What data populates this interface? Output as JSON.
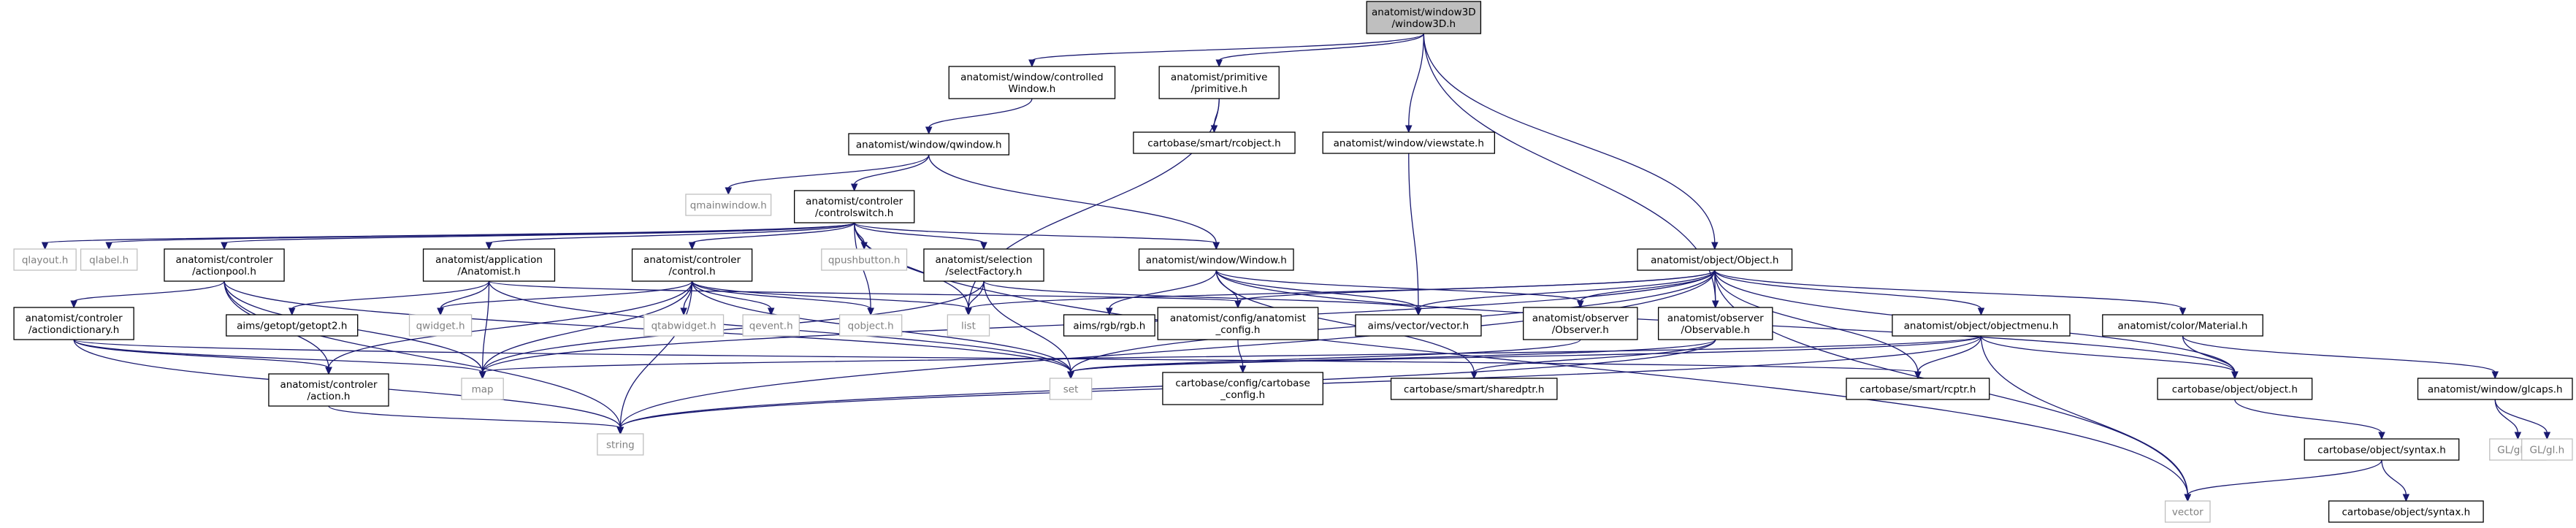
{
  "colors": {
    "edge": "#191970",
    "root_fill": "#bfbfbf",
    "ext_stroke": "#bfbfbf",
    "ext_text": "#808080"
  },
  "nodes": [
    {
      "id": "window3d",
      "lines": [
        "anatomist/window3D",
        "/window3D.h"
      ],
      "kind": "root"
    },
    {
      "id": "controlledwindow",
      "lines": [
        "anatomist/window/controlled",
        "Window.h"
      ]
    },
    {
      "id": "primitive",
      "lines": [
        "anatomist/primitive",
        "/primitive.h"
      ]
    },
    {
      "id": "qwindow",
      "lines": [
        "anatomist/window/qwindow.h"
      ]
    },
    {
      "id": "rcobject",
      "lines": [
        "cartobase/smart/rcobject.h"
      ]
    },
    {
      "id": "viewstate",
      "lines": [
        "anatomist/window/viewstate.h"
      ]
    },
    {
      "id": "qmainwindow",
      "lines": [
        "qmainwindow.h"
      ],
      "kind": "ext"
    },
    {
      "id": "controlswitch",
      "lines": [
        "anatomist/controler",
        "/controlswitch.h"
      ]
    },
    {
      "id": "qlayout",
      "lines": [
        "qlayout.h"
      ],
      "kind": "ext"
    },
    {
      "id": "qlabel",
      "lines": [
        "qlabel.h"
      ],
      "kind": "ext"
    },
    {
      "id": "actionpool",
      "lines": [
        "anatomist/controler",
        "/actionpool.h"
      ]
    },
    {
      "id": "anatomist_app",
      "lines": [
        "anatomist/application",
        "/Anatomist.h"
      ]
    },
    {
      "id": "control",
      "lines": [
        "anatomist/controler",
        "/control.h"
      ]
    },
    {
      "id": "qpushbutton",
      "lines": [
        "qpushbutton.h"
      ],
      "kind": "ext"
    },
    {
      "id": "selectfactory",
      "lines": [
        "anatomist/selection",
        "/selectFactory.h"
      ]
    },
    {
      "id": "windowh",
      "lines": [
        "anatomist/window/Window.h"
      ]
    },
    {
      "id": "objecth",
      "lines": [
        "anatomist/object/Object.h"
      ]
    },
    {
      "id": "actiondictionary",
      "lines": [
        "anatomist/controler",
        "/actiondictionary.h"
      ]
    },
    {
      "id": "getopt2",
      "lines": [
        "aims/getopt/getopt2.h"
      ]
    },
    {
      "id": "qwidget",
      "lines": [
        "qwidget.h"
      ],
      "kind": "ext"
    },
    {
      "id": "qtabwidget",
      "lines": [
        "qtabwidget.h"
      ],
      "kind": "ext"
    },
    {
      "id": "qevent",
      "lines": [
        "qevent.h"
      ],
      "kind": "ext"
    },
    {
      "id": "qobject",
      "lines": [
        "qobject.h"
      ],
      "kind": "ext"
    },
    {
      "id": "list",
      "lines": [
        "list"
      ],
      "kind": "ext"
    },
    {
      "id": "rgb",
      "lines": [
        "aims/rgb/rgb.h"
      ]
    },
    {
      "id": "anatomist_config",
      "lines": [
        "anatomist/config/anatomist",
        "_config.h"
      ]
    },
    {
      "id": "vectorh",
      "lines": [
        "aims/vector/vector.h"
      ]
    },
    {
      "id": "observer",
      "lines": [
        "anatomist/observer",
        "/Observer.h"
      ]
    },
    {
      "id": "observable",
      "lines": [
        "anatomist/observer",
        "/Observable.h"
      ]
    },
    {
      "id": "objectmenu",
      "lines": [
        "anatomist/object/objectmenu.h"
      ]
    },
    {
      "id": "material",
      "lines": [
        "anatomist/color/Material.h"
      ]
    },
    {
      "id": "action",
      "lines": [
        "anatomist/controler",
        "/action.h"
      ]
    },
    {
      "id": "map",
      "lines": [
        "map"
      ],
      "kind": "ext"
    },
    {
      "id": "set",
      "lines": [
        "set"
      ],
      "kind": "ext"
    },
    {
      "id": "cartobase_config",
      "lines": [
        "cartobase/config/cartobase",
        "_config.h"
      ]
    },
    {
      "id": "sharedptr",
      "lines": [
        "cartobase/smart/sharedptr.h"
      ]
    },
    {
      "id": "rcptr",
      "lines": [
        "cartobase/smart/rcptr.h"
      ]
    },
    {
      "id": "cobject",
      "lines": [
        "cartobase/object/object.h"
      ]
    },
    {
      "id": "glcaps",
      "lines": [
        "anatomist/window/glcaps.h"
      ]
    },
    {
      "id": "string",
      "lines": [
        "string"
      ],
      "kind": "ext"
    },
    {
      "id": "syntax_cobj",
      "lines": [
        "cartobase/object/syntax.h"
      ]
    },
    {
      "id": "glu",
      "lines": [
        "GL/glu.h"
      ],
      "kind": "ext"
    },
    {
      "id": "gl",
      "lines": [
        "GL/gl.h"
      ],
      "kind": "ext"
    },
    {
      "id": "vector",
      "lines": [
        "vector"
      ],
      "kind": "ext"
    },
    {
      "id": "syntax_leaf",
      "lines": [
        "cartobase/object/syntax.h"
      ]
    }
  ],
  "edges": [
    [
      "window3d",
      "controlledwindow"
    ],
    [
      "window3d",
      "primitive"
    ],
    [
      "window3d",
      "viewstate"
    ],
    [
      "window3d",
      "objecth"
    ],
    [
      "window3d",
      "observable"
    ],
    [
      "controlledwindow",
      "qwindow"
    ],
    [
      "primitive",
      "rcobject"
    ],
    [
      "primitive",
      "list"
    ],
    [
      "qwindow",
      "qmainwindow"
    ],
    [
      "qwindow",
      "controlswitch"
    ],
    [
      "qwindow",
      "windowh"
    ],
    [
      "viewstate",
      "vectorh"
    ],
    [
      "controlswitch",
      "qlayout"
    ],
    [
      "controlswitch",
      "qlabel"
    ],
    [
      "controlswitch",
      "actionpool"
    ],
    [
      "controlswitch",
      "anatomist_app"
    ],
    [
      "controlswitch",
      "control"
    ],
    [
      "controlswitch",
      "qpushbutton"
    ],
    [
      "controlswitch",
      "selectfactory"
    ],
    [
      "controlswitch",
      "windowh"
    ],
    [
      "controlswitch",
      "qobject"
    ],
    [
      "controlswitch",
      "list"
    ],
    [
      "controlswitch",
      "vector"
    ],
    [
      "actionpool",
      "actiondictionary"
    ],
    [
      "actionpool",
      "action"
    ],
    [
      "actionpool",
      "map"
    ],
    [
      "actionpool",
      "set"
    ],
    [
      "actionpool",
      "string"
    ],
    [
      "anatomist_app",
      "getopt2"
    ],
    [
      "anatomist_app",
      "qwidget"
    ],
    [
      "anatomist_app",
      "anatomist_config"
    ],
    [
      "anatomist_app",
      "map"
    ],
    [
      "anatomist_app",
      "set"
    ],
    [
      "control",
      "qwidget"
    ],
    [
      "control",
      "qtabwidget"
    ],
    [
      "control",
      "qevent"
    ],
    [
      "control",
      "qobject"
    ],
    [
      "control",
      "list"
    ],
    [
      "control",
      "action"
    ],
    [
      "control",
      "map"
    ],
    [
      "control",
      "set"
    ],
    [
      "control",
      "string"
    ],
    [
      "selectfactory",
      "list"
    ],
    [
      "selectfactory",
      "set"
    ],
    [
      "selectfactory",
      "map"
    ],
    [
      "selectfactory",
      "vectorh"
    ],
    [
      "windowh",
      "rgb"
    ],
    [
      "windowh",
      "anatomist_config"
    ],
    [
      "windowh",
      "vectorh"
    ],
    [
      "windowh",
      "observer"
    ],
    [
      "windowh",
      "sharedptr"
    ],
    [
      "windowh",
      "cobject"
    ],
    [
      "objecth",
      "list"
    ],
    [
      "objecth",
      "anatomist_config"
    ],
    [
      "objecth",
      "vectorh"
    ],
    [
      "objecth",
      "observer"
    ],
    [
      "objecth",
      "observable"
    ],
    [
      "objecth",
      "objectmenu"
    ],
    [
      "objecth",
      "material"
    ],
    [
      "objecth",
      "map"
    ],
    [
      "objecth",
      "set"
    ],
    [
      "objecth",
      "rcptr"
    ],
    [
      "objecth",
      "cobject"
    ],
    [
      "objecth",
      "string"
    ],
    [
      "objecth",
      "vector"
    ],
    [
      "actiondictionary",
      "action"
    ],
    [
      "actiondictionary",
      "map"
    ],
    [
      "actiondictionary",
      "string"
    ],
    [
      "actiondictionary",
      "rcptr"
    ],
    [
      "anatomist_config",
      "cartobase_config"
    ],
    [
      "observer",
      "set"
    ],
    [
      "observable",
      "set"
    ],
    [
      "observable",
      "sharedptr"
    ],
    [
      "observable",
      "string"
    ],
    [
      "objectmenu",
      "map"
    ],
    [
      "objectmenu",
      "rcptr"
    ],
    [
      "objectmenu",
      "cobject"
    ],
    [
      "objectmenu",
      "vector"
    ],
    [
      "objectmenu",
      "string"
    ],
    [
      "objectmenu",
      "set"
    ],
    [
      "material",
      "cobject"
    ],
    [
      "material",
      "glcaps"
    ],
    [
      "action",
      "string"
    ],
    [
      "cobject",
      "syntax_cobj"
    ],
    [
      "glcaps",
      "glu"
    ],
    [
      "glcaps",
      "gl"
    ],
    [
      "syntax_cobj",
      "vector"
    ],
    [
      "syntax_cobj",
      "syntax_leaf"
    ]
  ]
}
